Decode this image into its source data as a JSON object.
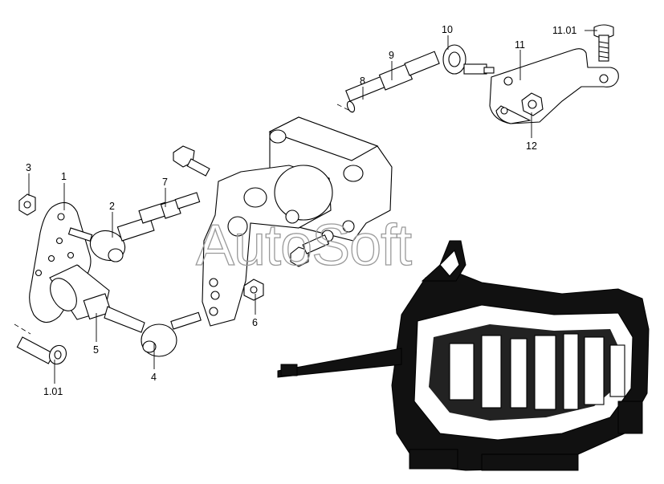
{
  "callouts": {
    "c1": "1",
    "c101": "1.01",
    "c2": "2",
    "c3": "3",
    "c4": "4",
    "c5": "5",
    "c6": "6",
    "c7": "7",
    "c8": "8",
    "c9": "9",
    "c10": "10",
    "c11": "11",
    "c1101": "11.01",
    "c12": "12"
  },
  "watermark": "AutoSoft"
}
